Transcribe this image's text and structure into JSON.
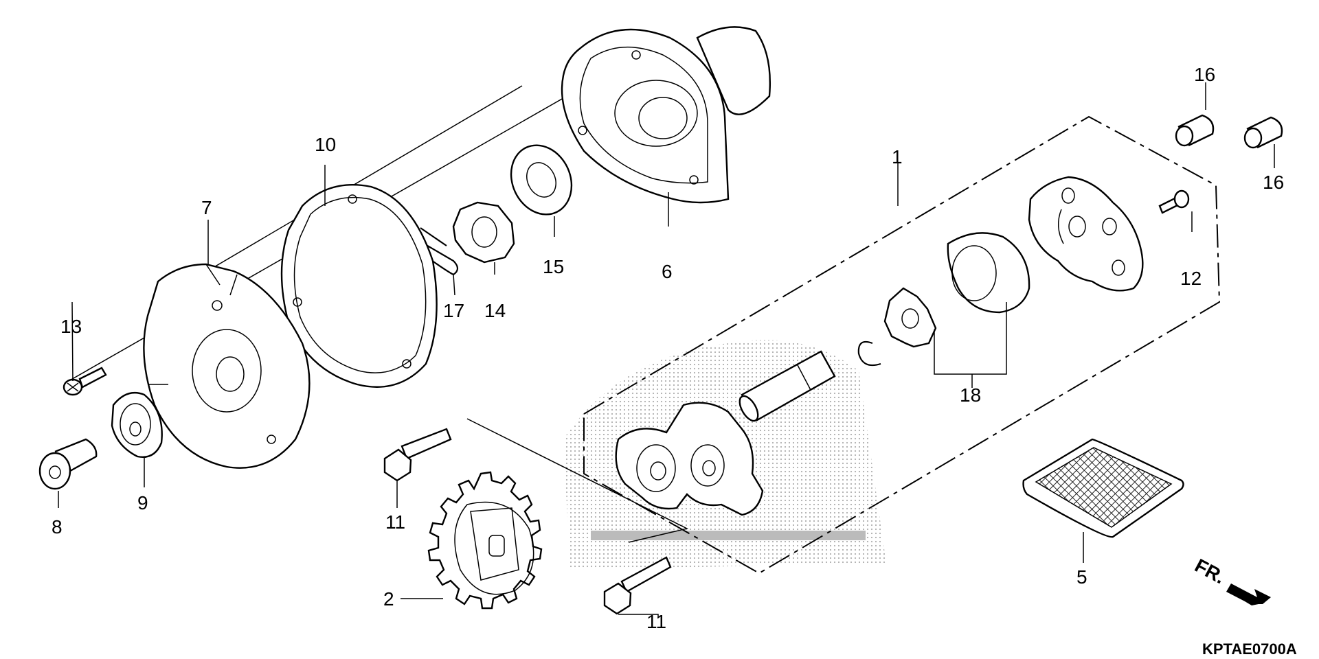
{
  "diagram": {
    "labels": {
      "l1": "1",
      "l2": "2",
      "l5": "5",
      "l6": "6",
      "l7": "7",
      "l8": "8",
      "l9": "9",
      "l10": "10",
      "l11a": "11",
      "l11b": "11",
      "l12": "12",
      "l13": "13",
      "l14": "14",
      "l15": "15",
      "l16a": "16",
      "l16b": "16",
      "l17": "17",
      "l18": "18"
    },
    "direction_label": "FR.",
    "code": "KPTAE0700A"
  }
}
